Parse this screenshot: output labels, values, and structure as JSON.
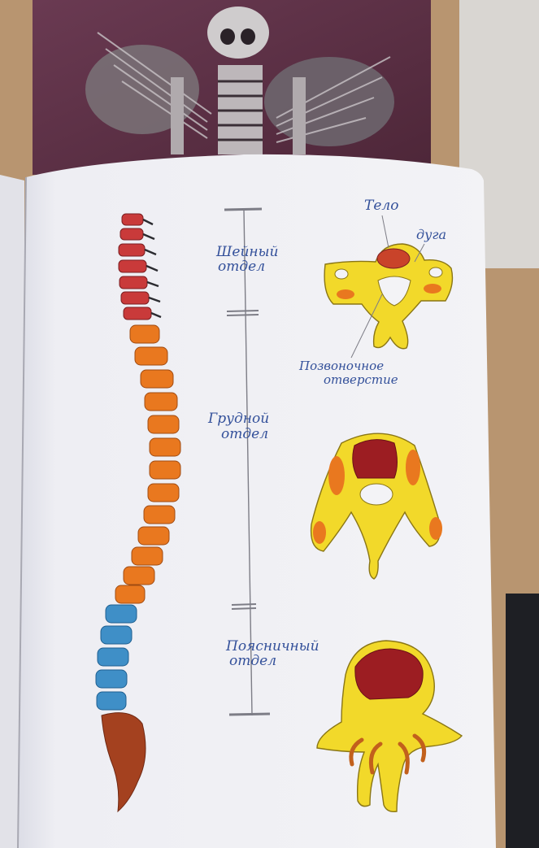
{
  "notebook": {
    "labels": {
      "cervical": [
        "Шейный",
        "отдел"
      ],
      "thoracic": [
        "Грудной",
        "отдел"
      ],
      "lumbar": [
        "Поясничный",
        "отдел"
      ],
      "body": "Тело",
      "arch": "дуга",
      "foramen": [
        "Позвоночное",
        "отверстие"
      ]
    }
  },
  "colors": {
    "cervical": "#c93a3a",
    "thoracic": "#e9781f",
    "lumbar": "#3f8fc7",
    "sacrum": "#a4411f",
    "vertebra_fill": "#f2d92a",
    "vertebra_body": "#9c1d22",
    "ink": "#33509a"
  }
}
